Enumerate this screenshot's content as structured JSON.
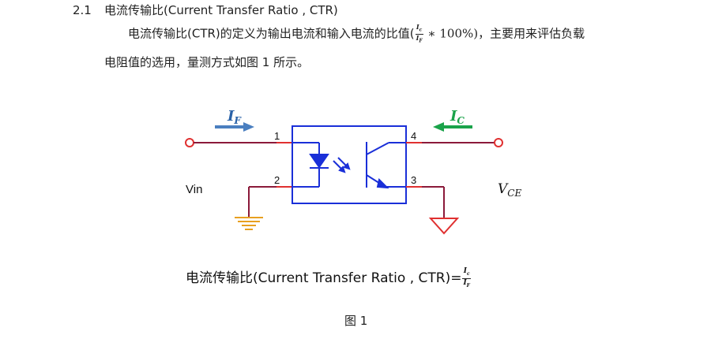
{
  "heading": {
    "number": "2.1",
    "title": "电流传输比(Current Transfer Ratio , CTR)"
  },
  "paragraph": {
    "line1_before": "电流传输比(CTR)的定义为输出电流和输入电流的比值(",
    "frac_num": "I",
    "frac_num_sub": "c",
    "frac_den": "I",
    "frac_den_sub": "F",
    "line1_after_math": " ∗ 100%)",
    "line1_end": "，主要用来评估负载",
    "line2": "电阻值的选用，量测方式如图 1 所示。"
  },
  "circuit": {
    "pin1": "1",
    "pin2": "2",
    "pin3": "3",
    "pin4": "4",
    "vin_label": "Vin",
    "vce_main": "V",
    "vce_sub": "CE",
    "if_main": "I",
    "if_sub": "F",
    "ic_main": "I",
    "ic_sub": "C",
    "colors": {
      "wire": "#8b1a3a",
      "red_pin": "#e03030",
      "box": "#1a2fd8",
      "if_arrow": "#4a7fc0",
      "ic_arrow": "#1aa34a",
      "ground_left": "#e8a020",
      "ground_right": "#e03030",
      "terminal": "#e03030"
    }
  },
  "formula": {
    "text": "电流传输比(Current Transfer Ratio , CTR)=",
    "num": "I",
    "num_sub": "c",
    "den": "I",
    "den_sub": "F"
  },
  "caption": "图 1"
}
